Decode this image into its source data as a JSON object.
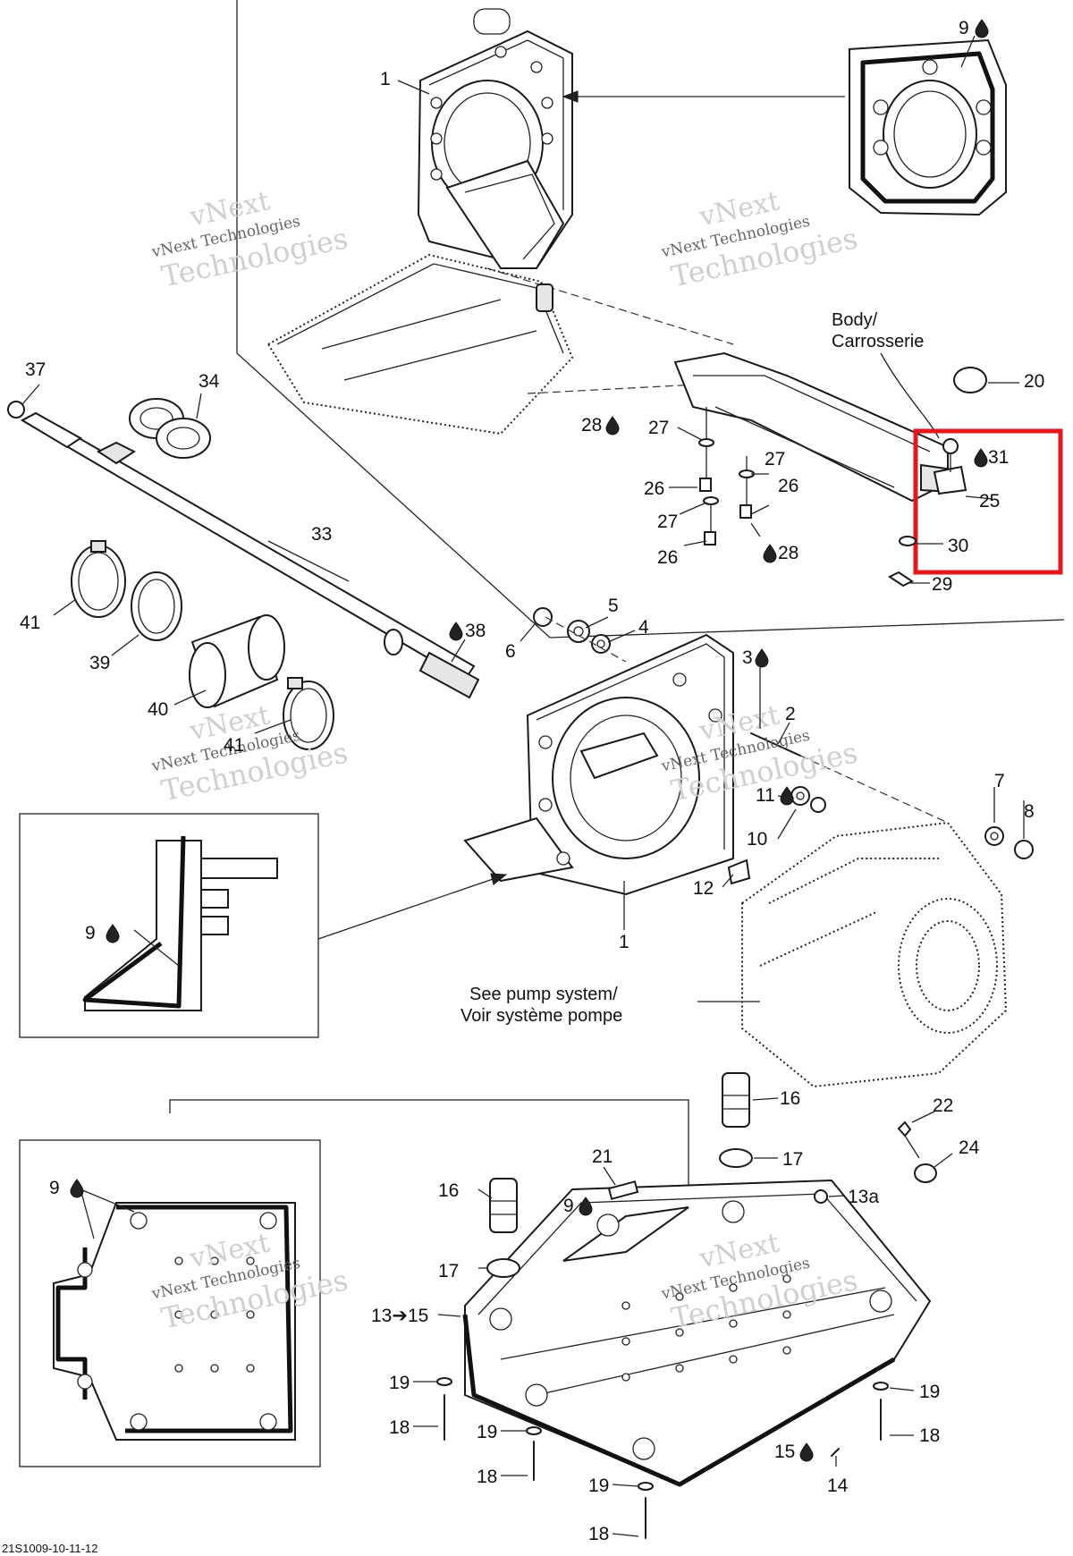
{
  "figure_code": "21S1009-10-11-12",
  "text_notes": {
    "body_en": "Body/",
    "body_fr": "Carrosserie",
    "pump_en": "See pump system/",
    "pump_fr": "Voir système pompe"
  },
  "watermark": {
    "line1": "vNext",
    "line2": "vNext Technologies",
    "line3": "Technologies"
  },
  "callouts": [
    {
      "id": "c1a",
      "label": "1"
    },
    {
      "id": "c9a",
      "label": "9"
    },
    {
      "id": "c37",
      "label": "37"
    },
    {
      "id": "c34",
      "label": "34"
    },
    {
      "id": "c20",
      "label": "20"
    },
    {
      "id": "c28a",
      "label": "28"
    },
    {
      "id": "c27a",
      "label": "27"
    },
    {
      "id": "c27b",
      "label": "27"
    },
    {
      "id": "c26a",
      "label": "26"
    },
    {
      "id": "c26b",
      "label": "26"
    },
    {
      "id": "c27c",
      "label": "27"
    },
    {
      "id": "c26c",
      "label": "26"
    },
    {
      "id": "c28b",
      "label": "28"
    },
    {
      "id": "c31",
      "label": "31"
    },
    {
      "id": "c25",
      "label": "25"
    },
    {
      "id": "c30",
      "label": "30"
    },
    {
      "id": "c29",
      "label": "29"
    },
    {
      "id": "c33",
      "label": "33"
    },
    {
      "id": "c41a",
      "label": "41"
    },
    {
      "id": "c39",
      "label": "39"
    },
    {
      "id": "c40",
      "label": "40"
    },
    {
      "id": "c41b",
      "label": "41"
    },
    {
      "id": "c38",
      "label": "38"
    },
    {
      "id": "c6",
      "label": "6"
    },
    {
      "id": "c5",
      "label": "5"
    },
    {
      "id": "c4",
      "label": "4"
    },
    {
      "id": "c3",
      "label": "3"
    },
    {
      "id": "c2",
      "label": "2"
    },
    {
      "id": "c7",
      "label": "7"
    },
    {
      "id": "c8",
      "label": "8"
    },
    {
      "id": "c11",
      "label": "11"
    },
    {
      "id": "c10",
      "label": "10"
    },
    {
      "id": "c12",
      "label": "12"
    },
    {
      "id": "c1b",
      "label": "1"
    },
    {
      "id": "c9b",
      "label": "9"
    },
    {
      "id": "c16a",
      "label": "16"
    },
    {
      "id": "c17a",
      "label": "17"
    },
    {
      "id": "c22",
      "label": "22"
    },
    {
      "id": "c24",
      "label": "24"
    },
    {
      "id": "c21",
      "label": "21"
    },
    {
      "id": "c16b",
      "label": "16"
    },
    {
      "id": "c9c",
      "label": "9"
    },
    {
      "id": "c13a",
      "label": "13a"
    },
    {
      "id": "c9d",
      "label": "9"
    },
    {
      "id": "c17b",
      "label": "17"
    },
    {
      "id": "c1315",
      "label": "13➔15"
    },
    {
      "id": "c19a",
      "label": "19"
    },
    {
      "id": "c18a",
      "label": "18"
    },
    {
      "id": "c19b",
      "label": "19"
    },
    {
      "id": "c18b",
      "label": "18"
    },
    {
      "id": "c19c",
      "label": "19"
    },
    {
      "id": "c18c",
      "label": "18"
    },
    {
      "id": "c19d",
      "label": "19"
    },
    {
      "id": "c18d",
      "label": "18"
    },
    {
      "id": "c15",
      "label": "15"
    },
    {
      "id": "c14",
      "label": "14"
    }
  ],
  "highlight": {
    "color": "#e0191f",
    "items": [
      "31",
      "25",
      "30"
    ]
  }
}
